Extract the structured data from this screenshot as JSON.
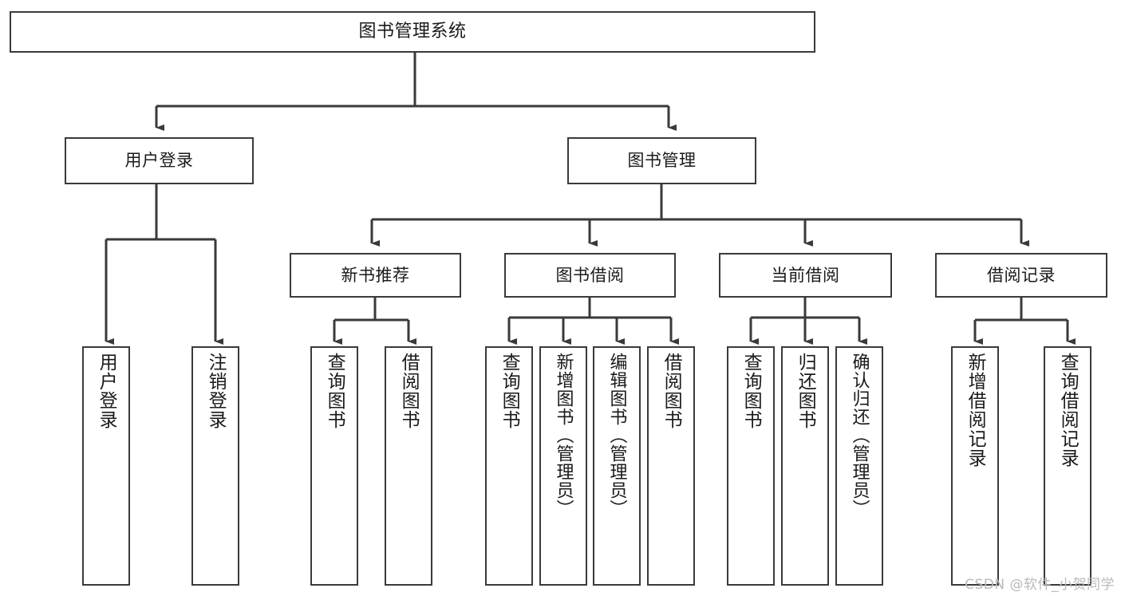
{
  "diagram": {
    "type": "tree-hierarchy",
    "title": "图书管理系统",
    "watermark": "CSDN @软件_小贺同学",
    "colors": {
      "border": "#3a3a3a",
      "background": "#ffffff",
      "text": "#1a1a1a",
      "watermark": "#b9b9b9"
    },
    "levels": {
      "root": {
        "label": "图书管理系统"
      },
      "level2": [
        {
          "id": "user-login",
          "label": "用户登录"
        },
        {
          "id": "book-management",
          "label": "图书管理"
        }
      ],
      "level3": [
        {
          "id": "new-book-recommend",
          "label": "新书推荐",
          "parent": "book-management"
        },
        {
          "id": "book-borrow",
          "label": "图书借阅",
          "parent": "book-management"
        },
        {
          "id": "current-borrow",
          "label": "当前借阅",
          "parent": "book-management"
        },
        {
          "id": "borrow-record",
          "label": "借阅记录",
          "parent": "book-management"
        }
      ],
      "leaves": [
        {
          "id": "leaf-user-login",
          "label": "用户登录",
          "parent": "user-login"
        },
        {
          "id": "leaf-logout-login",
          "label": "注销登录",
          "parent": "user-login"
        },
        {
          "id": "leaf-query-book-1",
          "label": "查询图书",
          "parent": "new-book-recommend"
        },
        {
          "id": "leaf-borrow-book-1",
          "label": "借阅图书",
          "parent": "new-book-recommend"
        },
        {
          "id": "leaf-query-book-2",
          "label": "查询图书",
          "parent": "book-borrow"
        },
        {
          "id": "leaf-add-book",
          "label": "新增图书（管理员）",
          "parent": "book-borrow"
        },
        {
          "id": "leaf-edit-book",
          "label": "编辑图书（管理员）",
          "parent": "book-borrow"
        },
        {
          "id": "leaf-borrow-book-2",
          "label": "借阅图书",
          "parent": "book-borrow"
        },
        {
          "id": "leaf-query-book-3",
          "label": "查询图书",
          "parent": "current-borrow"
        },
        {
          "id": "leaf-return-book",
          "label": "归还图书",
          "parent": "current-borrow"
        },
        {
          "id": "leaf-confirm-return",
          "label": "确认归还（管理员）",
          "parent": "current-borrow"
        },
        {
          "id": "leaf-add-record",
          "label": "新增借阅记录",
          "parent": "borrow-record"
        },
        {
          "id": "leaf-query-record",
          "label": "查询借阅记录",
          "parent": "borrow-record"
        }
      ]
    }
  }
}
